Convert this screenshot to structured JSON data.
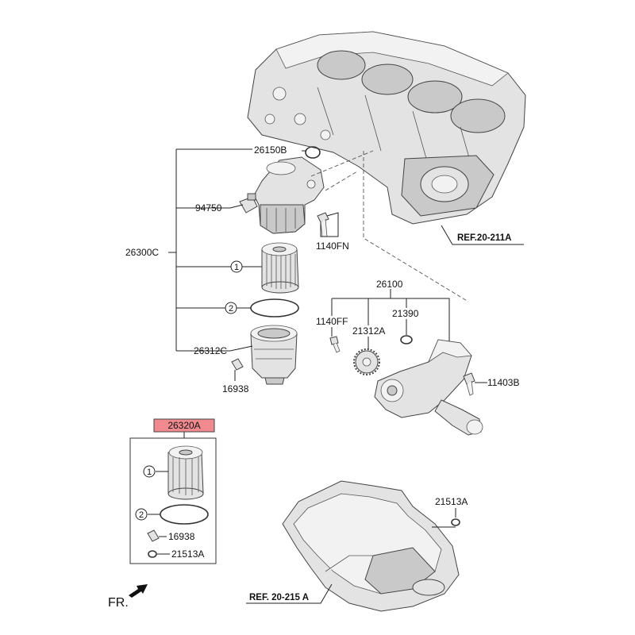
{
  "labels": {
    "adapter_gasket": "26150B",
    "oil_filter_assembly": "26300C",
    "oil_pressure_switch": "94750",
    "bolt_1140FN": "1140FN",
    "cap_26312C": "26312C",
    "clip_16938": "16938",
    "oil_pump_assembly": "26100",
    "bolt_1140FF": "1140FF",
    "sprocket_21312A": "21312A",
    "oring_21390": "21390",
    "bolt_11403B": "11403B",
    "filter_kit": "26320A",
    "kit_clip_16938": "16938",
    "kit_oring_21513A": "21513A",
    "pan_plug_21513A": "21513A",
    "ref_block": "REF.20-211A",
    "ref_pan": "REF. 20-215 A",
    "front": "FR."
  },
  "callouts": {
    "one": "1",
    "two": "2",
    "kit_one": "1",
    "kit_two": "2"
  },
  "colors": {
    "highlight": "#f08a8f",
    "part_fill": "#e3e3e3",
    "line": "#222222"
  },
  "icons": {
    "front_arrow": "front-arrow-icon"
  }
}
